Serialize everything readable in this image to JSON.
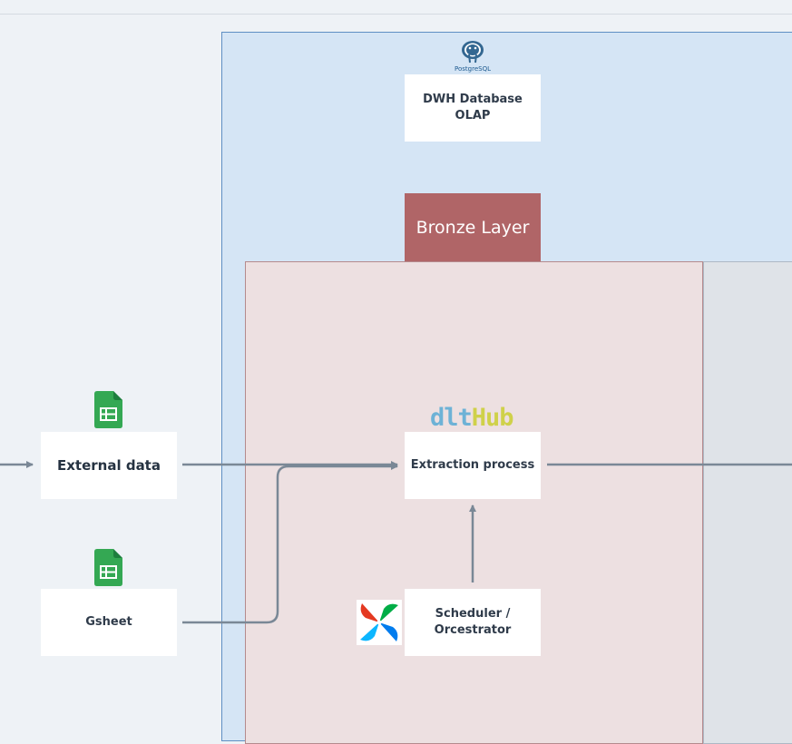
{
  "diagram": {
    "postgres_logo_text": "PostgreSQL",
    "dwh_box": {
      "line1": "DWH Database",
      "line2": "OLAP"
    },
    "bronze_layer": {
      "label": "Bronze Layer"
    },
    "external_data": {
      "label": "External data"
    },
    "gsheet": {
      "label": "Gsheet"
    },
    "extraction": {
      "label": "Extraction process"
    },
    "scheduler": {
      "line1": "Scheduler /",
      "line2": "Orcestrator"
    },
    "dlthub_logo": {
      "part1": "dlt",
      "part2": "Hub"
    },
    "icons": [
      "google-sheets-icon",
      "postgresql-icon",
      "dlthub-logo",
      "airflow-icon"
    ],
    "colors": {
      "dwh_zone": "#d5e5f5",
      "bronze_zone": "#ede0e1",
      "bronze_header": "#b06567",
      "arrow": "#7a8896"
    }
  }
}
